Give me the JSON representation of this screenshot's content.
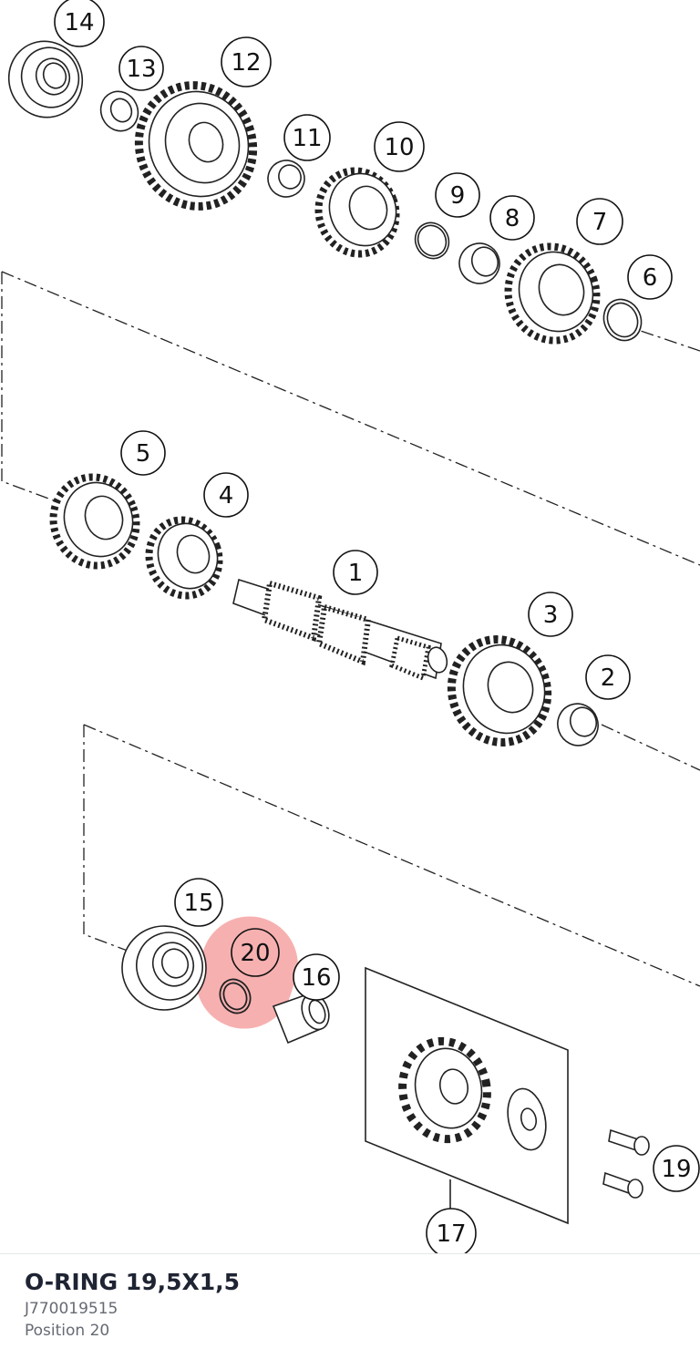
{
  "diagram": {
    "callouts": [
      {
        "label": "14"
      },
      {
        "label": "13"
      },
      {
        "label": "12"
      },
      {
        "label": "11"
      },
      {
        "label": "10"
      },
      {
        "label": "9"
      },
      {
        "label": "8"
      },
      {
        "label": "7"
      },
      {
        "label": "6"
      },
      {
        "label": "5"
      },
      {
        "label": "4"
      },
      {
        "label": "1"
      },
      {
        "label": "3"
      },
      {
        "label": "2"
      },
      {
        "label": "15"
      },
      {
        "label": "20"
      },
      {
        "label": "16"
      },
      {
        "label": "17"
      },
      {
        "label": "19"
      }
    ],
    "highlighted_label": "20",
    "highlight_color": "#f07070"
  },
  "part": {
    "title": "O-RING 19,5X1,5",
    "number": "J770019515",
    "position": "Position 20"
  }
}
